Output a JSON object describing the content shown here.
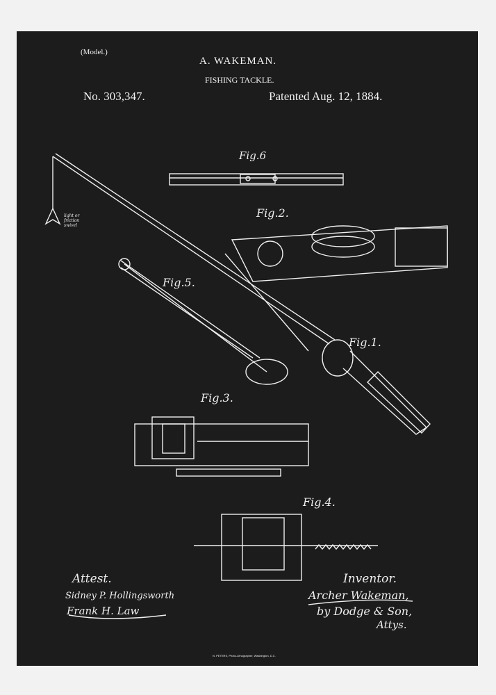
{
  "header": {
    "model": "(Model.)",
    "inventor_name": "A. WAKEMAN.",
    "title": "FISHING TACKLE.",
    "patent_number": "No. 303,347.",
    "patent_date": "Patented Aug. 12, 1884."
  },
  "figures": {
    "fig1": "Fig.1.",
    "fig2": "Fig.2.",
    "fig3": "Fig.3.",
    "fig4": "Fig.4.",
    "fig5": "Fig.5.",
    "fig6": "Fig.6"
  },
  "annotation": "light or friction swivel",
  "signatures": {
    "attest_label": "Attest.",
    "witness1": "Sidney P. Hollingsworth",
    "witness2": "Frank H. Law",
    "inventor_label": "Inventor.",
    "inventor": "Archer Wakeman,",
    "attorney": "by Dodge & Son,",
    "attys": "Attys."
  },
  "footer": "N. PETERS, Photo-Lithographer, Washington, D.C.",
  "colors": {
    "background": "#1c1c1c",
    "frame": "#f2f2f2",
    "ink": "#eeeeee"
  }
}
